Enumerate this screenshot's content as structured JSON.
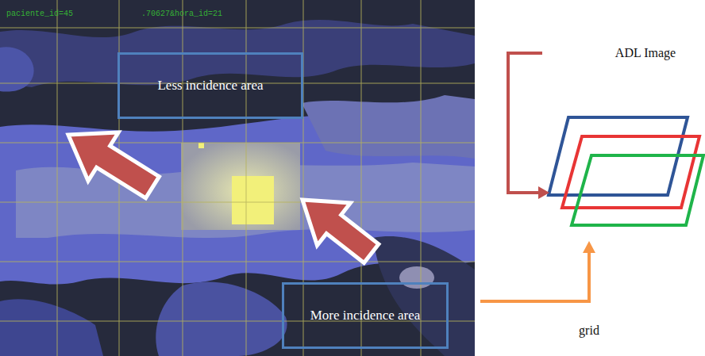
{
  "diagram": {
    "nodes": [
      {
        "text": [
          "Less incidence area"
        ]
      },
      {
        "text": [
          "More incidence area"
        ]
      }
    ],
    "labels": [
      "paciente_id=45",
      ".70627&hora_id=21",
      "ADL Image",
      "grid"
    ]
  }
}
